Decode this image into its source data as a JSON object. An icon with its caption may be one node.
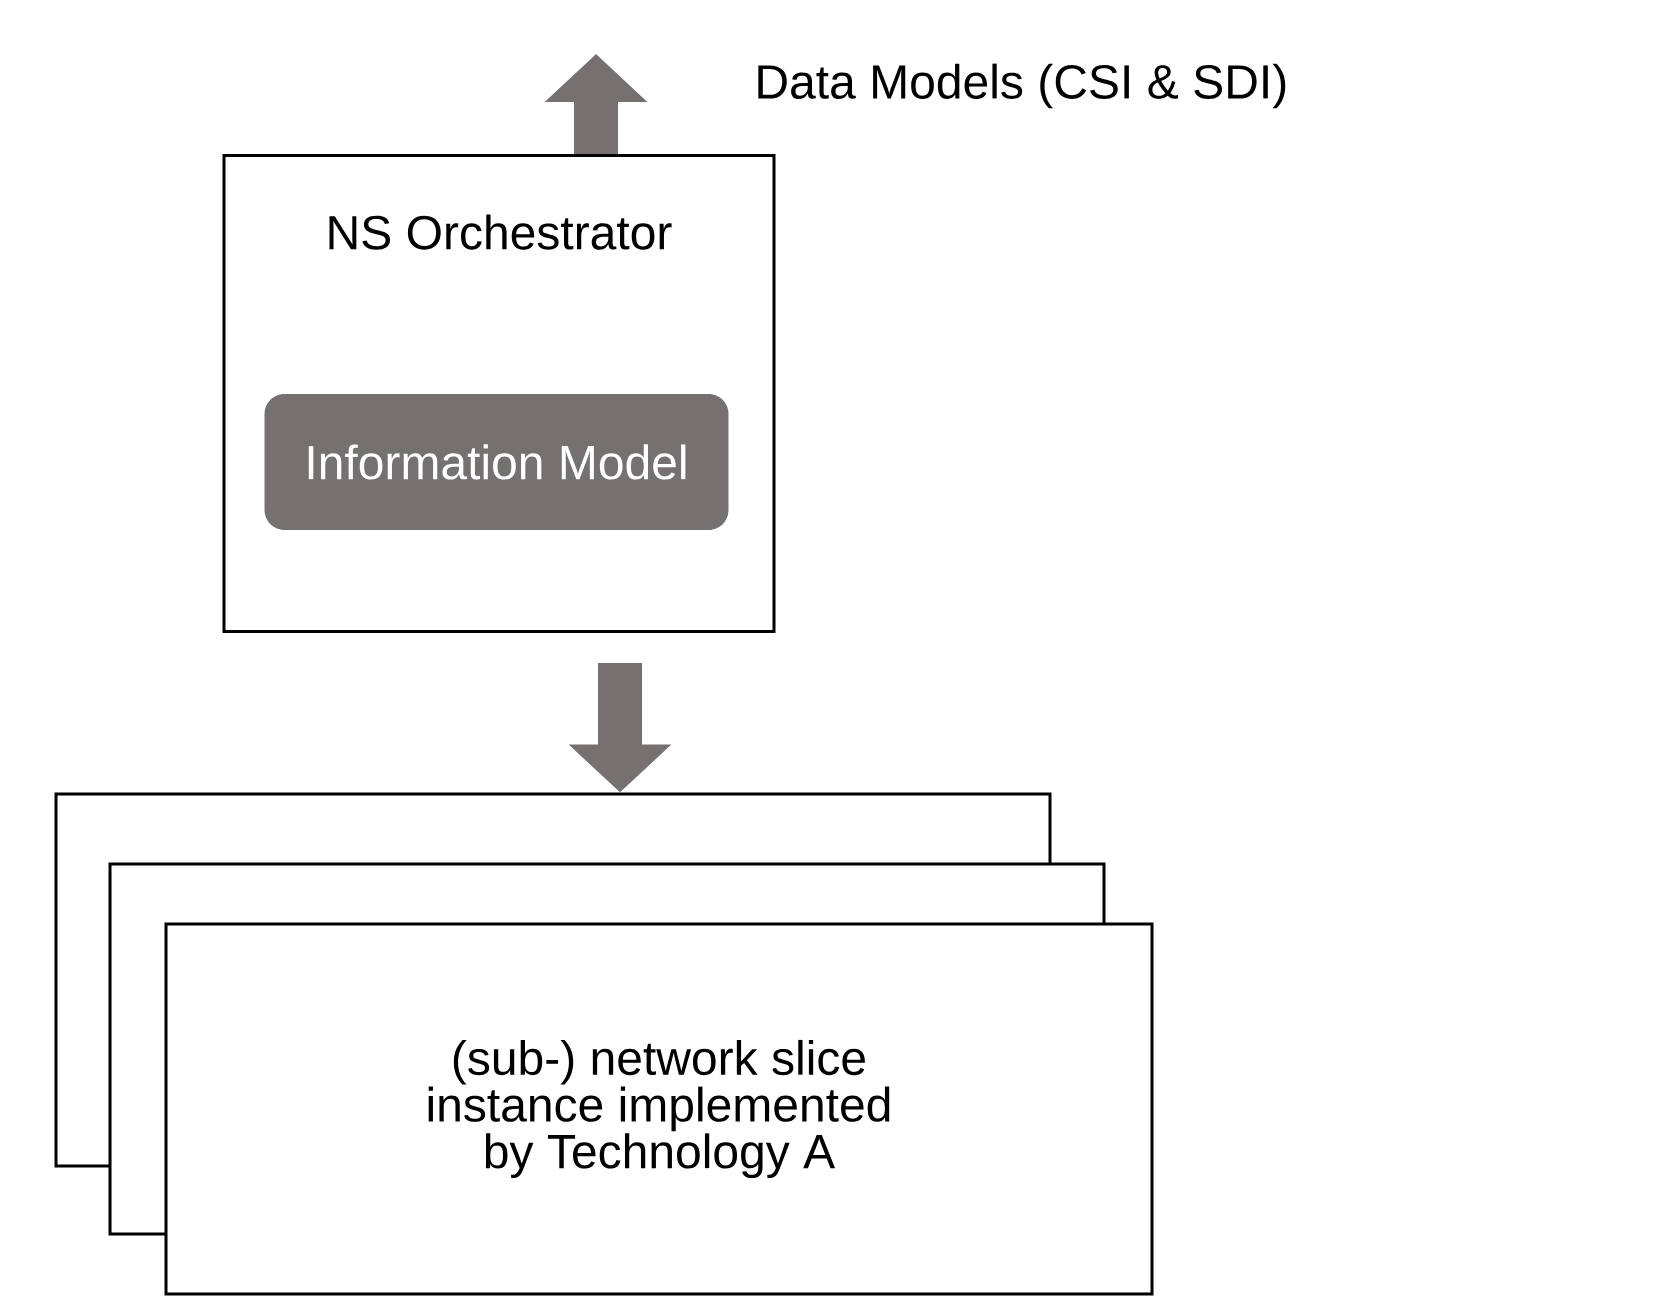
{
  "diagram": {
    "nodes": [
      {
        "text": [
          "NS Orchestrator"
        ]
      },
      {
        "text": [
          "Information Model"
        ],
        "in": 0
      },
      {
        "text": [],
        "shape": "box"
      },
      {
        "text": [],
        "shape": "box"
      },
      {
        "text": [
          "(sub-) network slice instance implemented by Technology A"
        ]
      }
    ],
    "edges": [
      {
        "from": 0,
        "to": null,
        "arrow": "to",
        "label": "Data Models (CSI & SDI)"
      },
      {
        "from": 0,
        "to": 2,
        "arrow": "to"
      }
    ]
  }
}
